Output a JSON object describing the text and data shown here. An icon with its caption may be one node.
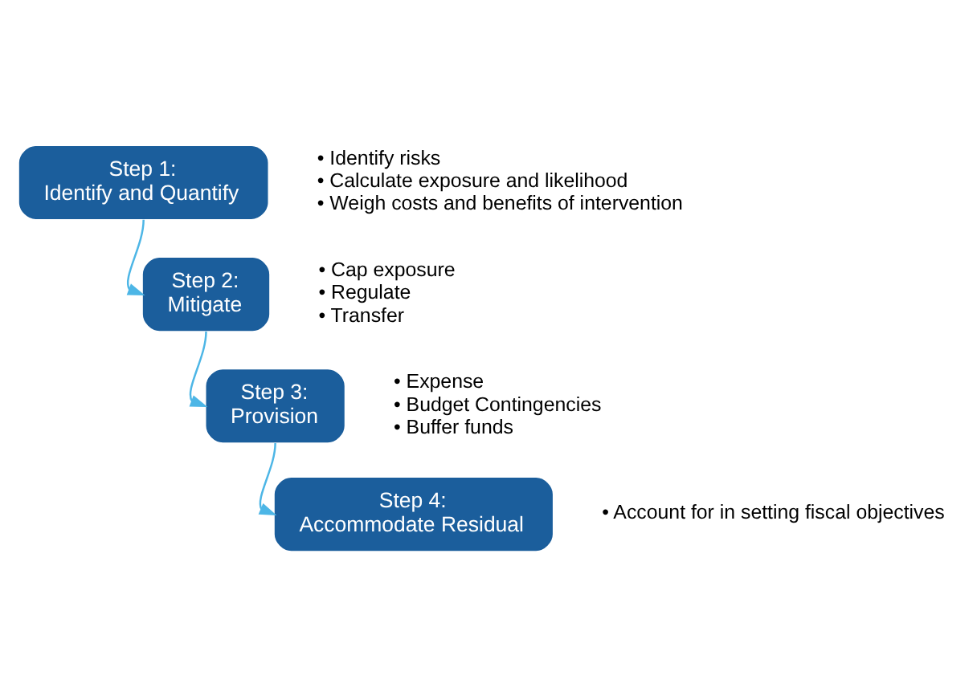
{
  "diagram": {
    "nodes": [
      {
        "text": [
          "Step 1:",
          "Identify and Quantify"
        ],
        "beside": [
          "• Identify risks",
          "• Calculate exposure and likelihood",
          "• Weigh costs and benefits of intervention"
        ]
      },
      {
        "text": [
          "Step 2:",
          "Mitigate"
        ],
        "beside": [
          "• Cap exposure",
          "• Regulate",
          "• Transfer"
        ]
      },
      {
        "text": [
          "Step 3:",
          "Provision"
        ],
        "beside": [
          "• Expense",
          "• Budget Contingencies",
          "• Buffer funds"
        ]
      },
      {
        "text": [
          "Step 4:",
          "Accommodate Residual"
        ],
        "beside": [
          "• Account for in setting fiscal objectives"
        ]
      }
    ],
    "edges": [
      {
        "from": 0,
        "to": 1,
        "arrow": "to"
      },
      {
        "from": 1,
        "to": 2,
        "arrow": "to"
      },
      {
        "from": 2,
        "to": 3,
        "arrow": "to"
      }
    ]
  }
}
